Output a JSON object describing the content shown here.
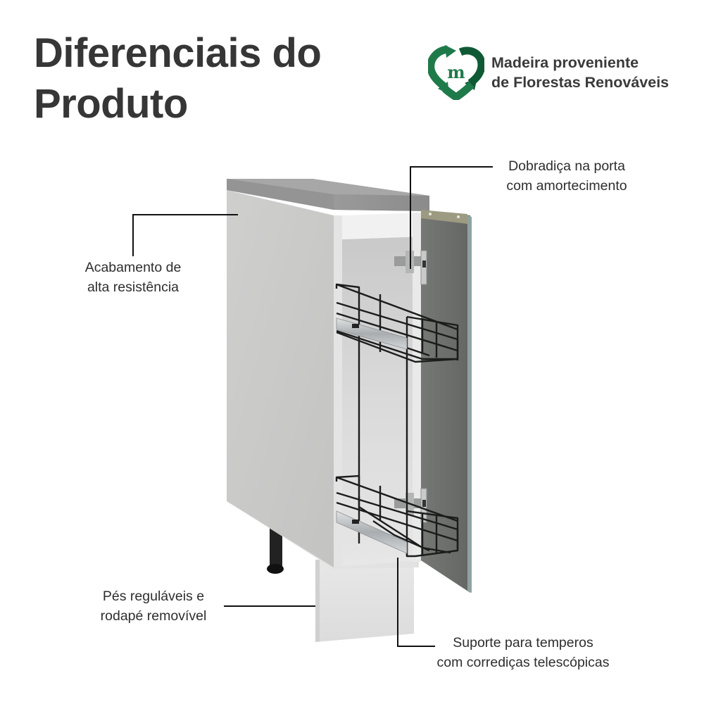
{
  "header": {
    "title_line1": "Diferenciais do",
    "title_line2": "Produto"
  },
  "badge": {
    "icon": "recycle-heart-m-icon",
    "letter": "m",
    "line1": "Madeira proveniente",
    "line2": "de Florestas Renováveis",
    "color_dark": "#0f5a35",
    "color_light": "#1f7a4a"
  },
  "callouts": {
    "hinge": {
      "line1": "Dobradiça na porta",
      "line2": "com amortecimento"
    },
    "finish": {
      "line1": "Acabamento de",
      "line2": "alta resistência"
    },
    "feet": {
      "line1": "Pés reguláveis e",
      "line2": "rodapé removível"
    },
    "spice_rack": {
      "line1": "Suporte para temperos",
      "line2": "com corrediças telescópicas"
    }
  },
  "colors": {
    "title": "#363636",
    "text": "#2e2e2e",
    "countertop": "#8f8f8f",
    "side_panel": "#c8c8c7",
    "front_edge": "#e4e4e4",
    "interior": "#d2d3d3",
    "door": "#6b6d6a",
    "wire": "#1c1c1c",
    "leg": "#1a1a1a"
  }
}
